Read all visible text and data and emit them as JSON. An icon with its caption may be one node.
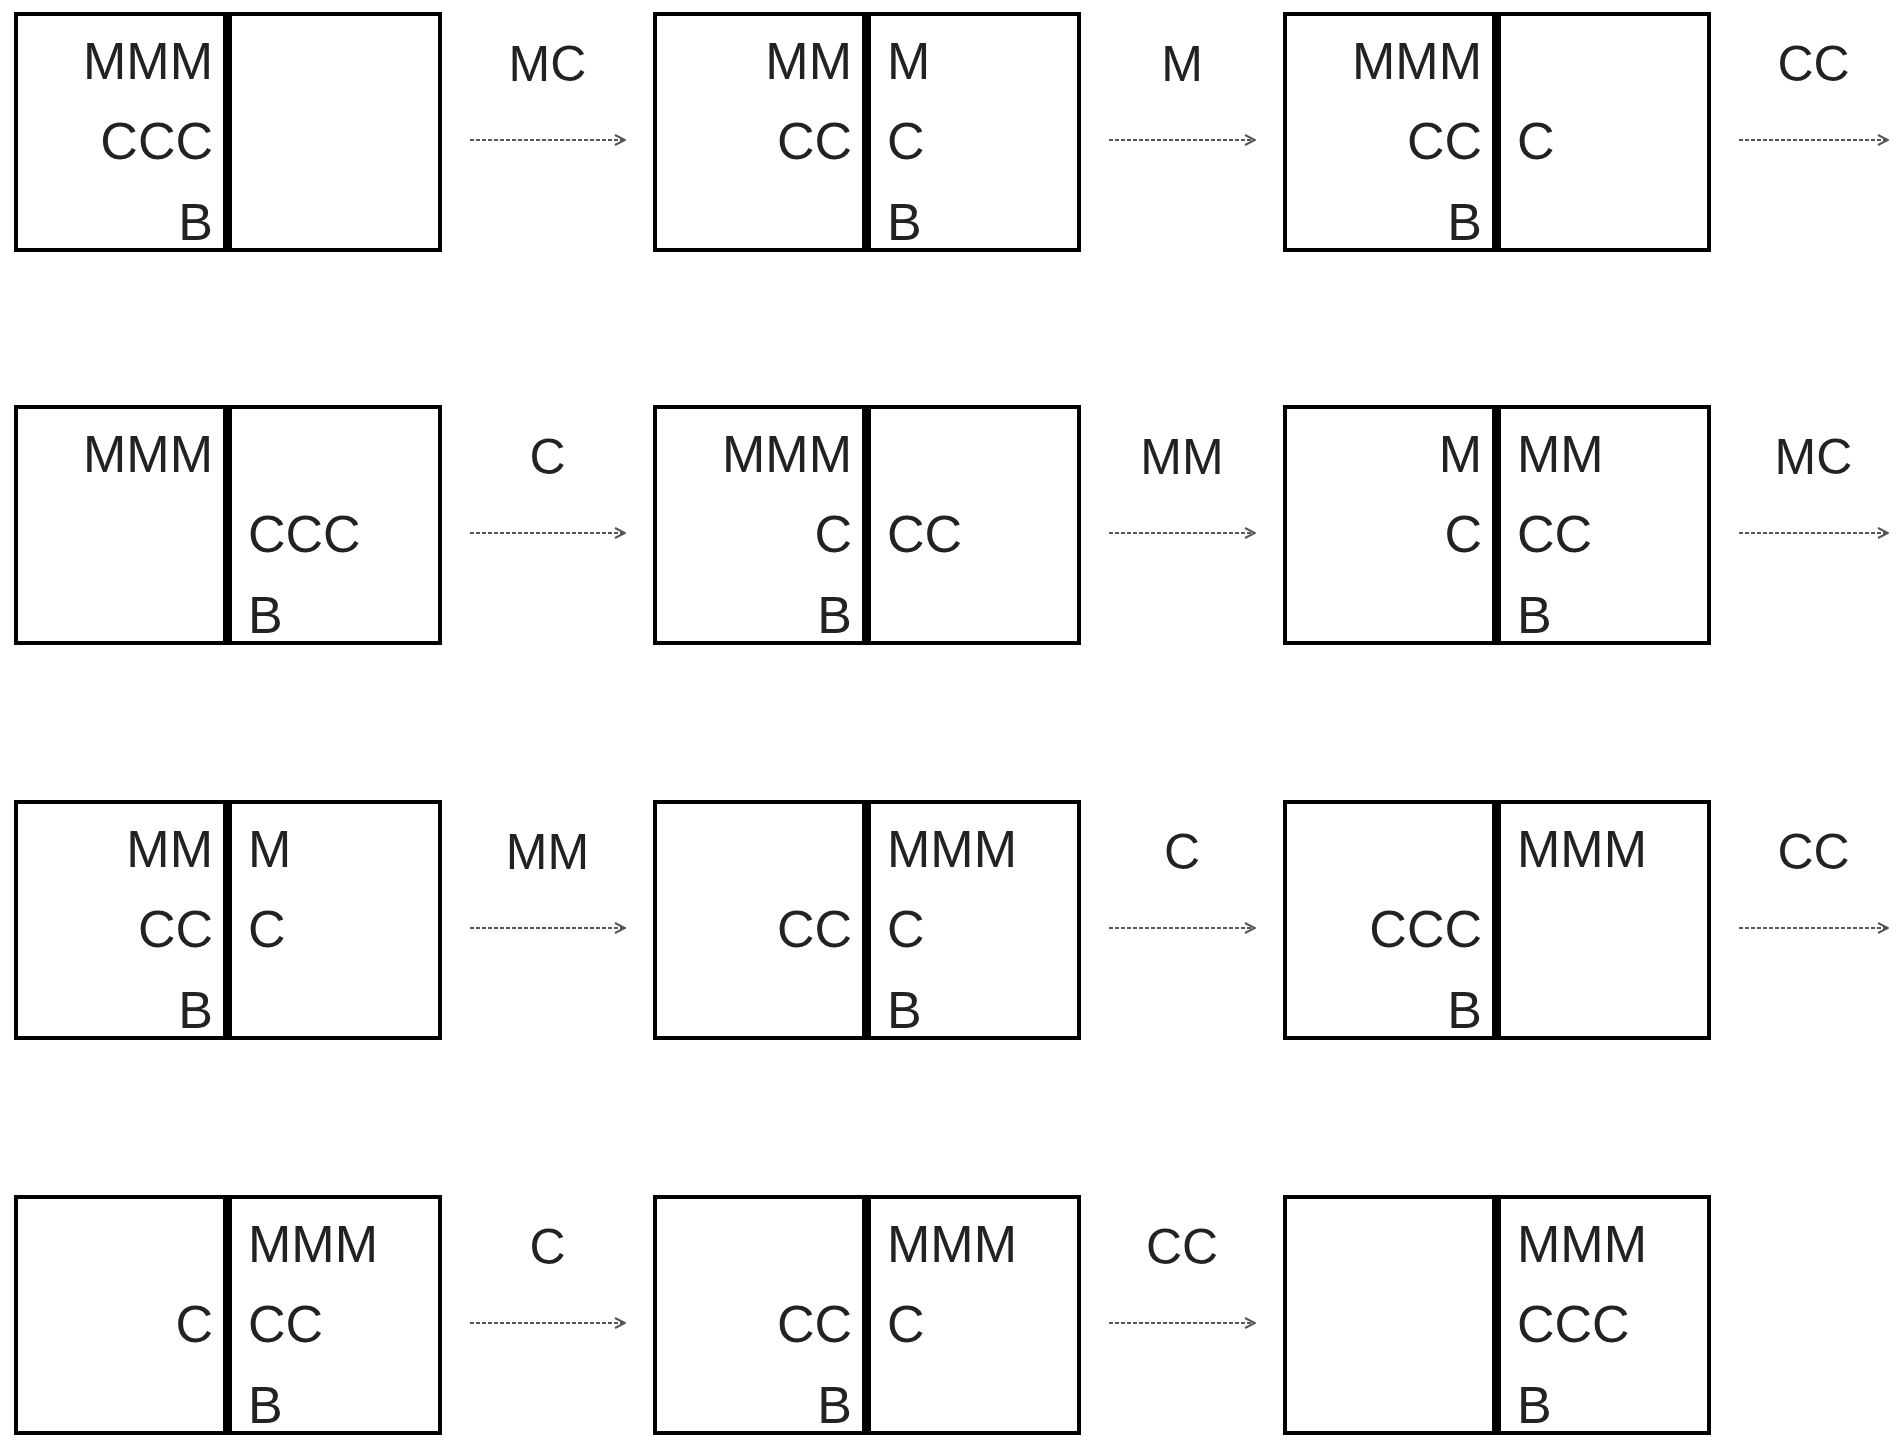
{
  "diagram": {
    "nodes": [
      {
        "text": [],
        "shape": "box"
      },
      {
        "text": [
          "MMM",
          "CCC",
          "B"
        ],
        "in": 0
      },
      {
        "text": [],
        "shape": "box",
        "in": 0
      },
      {
        "text": [],
        "shape": "box"
      },
      {
        "text": [
          "MM",
          "CC"
        ],
        "in": 3
      },
      {
        "text": [
          "M",
          "C",
          "B"
        ],
        "in": 3
      },
      {
        "text": [],
        "shape": "box"
      },
      {
        "text": [
          "MMM",
          "CC",
          "B"
        ],
        "in": 6
      },
      {
        "text": [
          "C"
        ],
        "in": 6
      },
      {
        "text": [],
        "shape": "box"
      },
      {
        "text": [
          "MMM"
        ],
        "in": 9
      },
      {
        "text": [
          "CCC",
          "B"
        ],
        "in": 9
      },
      {
        "text": [],
        "shape": "box"
      },
      {
        "text": [
          "MMM",
          "C",
          "B"
        ],
        "in": 12
      },
      {
        "text": [
          "CC"
        ],
        "in": 12
      },
      {
        "text": [],
        "shape": "box"
      },
      {
        "text": [
          "M",
          "C"
        ],
        "in": 15
      },
      {
        "text": [
          "MM",
          "CC",
          "B"
        ],
        "in": 15
      },
      {
        "text": [],
        "shape": "box"
      },
      {
        "text": [
          "MM",
          "CC",
          "B"
        ],
        "in": 18
      },
      {
        "text": [
          "M",
          "C"
        ],
        "in": 18
      },
      {
        "text": [],
        "shape": "box"
      },
      {
        "text": [
          "CC"
        ],
        "in": 21
      },
      {
        "text": [
          "MMM",
          "C",
          "B"
        ],
        "in": 21
      },
      {
        "text": [],
        "shape": "box"
      },
      {
        "text": [
          "CCC",
          "B"
        ],
        "in": 24
      },
      {
        "text": [
          "MMM"
        ],
        "in": 24
      },
      {
        "text": [],
        "shape": "box"
      },
      {
        "text": [
          "C"
        ],
        "in": 27
      },
      {
        "text": [
          "MMM",
          "CC",
          "B"
        ],
        "in": 27
      },
      {
        "text": [],
        "shape": "box"
      },
      {
        "text": [
          "CC",
          "B"
        ],
        "in": 30
      },
      {
        "text": [
          "MMM",
          "C"
        ],
        "in": 30
      },
      {
        "text": [],
        "shape": "box"
      },
      {
        "text": [],
        "shape": "box",
        "in": 33
      },
      {
        "text": [
          "MMM",
          "CCC",
          "B"
        ],
        "in": 33
      }
    ],
    "edges": [
      {
        "from": 0,
        "to": 3,
        "arrow": "to",
        "label": "MC"
      },
      {
        "from": 3,
        "to": 6,
        "arrow": "to",
        "label": "M"
      },
      {
        "from": 6,
        "to": null,
        "arrow": "to",
        "label": "CC"
      },
      {
        "from": 9,
        "to": 12,
        "arrow": "to",
        "label": "C"
      },
      {
        "from": 12,
        "to": 15,
        "arrow": "to",
        "label": "MM"
      },
      {
        "from": 15,
        "to": null,
        "arrow": "to",
        "label": "MC"
      },
      {
        "from": 18,
        "to": 21,
        "arrow": "to",
        "label": "MM"
      },
      {
        "from": 21,
        "to": 24,
        "arrow": "to",
        "label": "C"
      },
      {
        "from": 24,
        "to": null,
        "arrow": "to",
        "label": "CC"
      },
      {
        "from": 27,
        "to": 30,
        "arrow": "to",
        "label": "C"
      },
      {
        "from": 30,
        "to": 33,
        "arrow": "to",
        "label": "CC"
      }
    ]
  }
}
